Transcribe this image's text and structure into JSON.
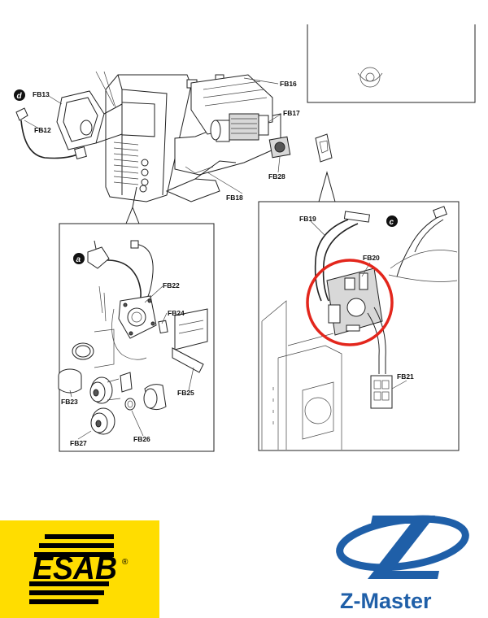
{
  "labels": {
    "fb12": "FB12",
    "fb13": "FB13",
    "fb16": "FB16",
    "fb17": "FB17",
    "fb18": "FB18",
    "fb19": "FB19",
    "fb20": "FB20",
    "fb21": "FB21",
    "fb22": "FB22",
    "fb23": "FB23",
    "fb24": "FB24",
    "fb25": "FB25",
    "fb26": "FB26",
    "fb27": "FB27",
    "fb28": "FB28"
  },
  "callouts": {
    "a": "a",
    "c": "c",
    "d": "d"
  },
  "brands": {
    "esab": "ESAB",
    "esab_mark": "®",
    "zmaster": "Z-Master"
  },
  "colors": {
    "esab_yellow": "#ffdd00",
    "zmaster_blue": "#1f5fa8",
    "highlight_red": "#e3261c"
  }
}
